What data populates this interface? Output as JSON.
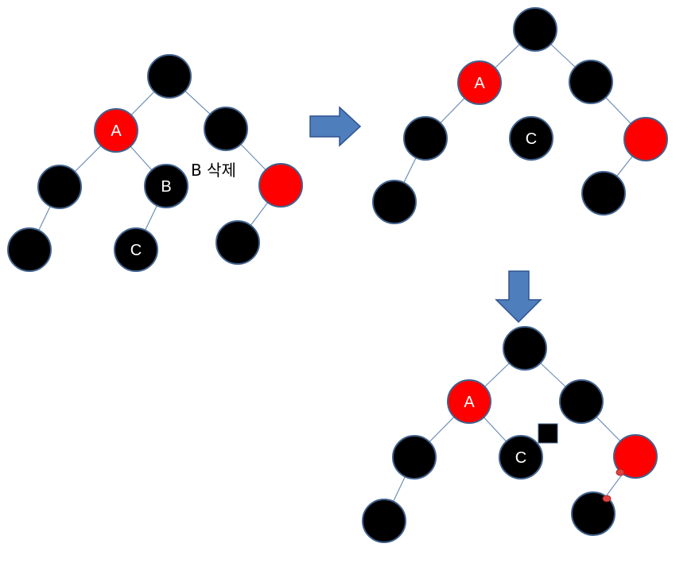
{
  "colors": {
    "black_node": "#000000",
    "red_node": "#ff0000",
    "node_stroke": "#41628e",
    "edge": "#6f8fb6",
    "arrow_fill": "#4f7ebd",
    "arrow_stroke": "#2f528f",
    "label_text": "#ffffff",
    "caption_text": "#000000",
    "marker_square": "#000000",
    "marker_dot": "#e04040"
  },
  "caption": "B 삭제",
  "trees": [
    {
      "id": "tree-before",
      "nodes": [
        {
          "id": "root",
          "color": "black",
          "label": ""
        },
        {
          "id": "A",
          "color": "red",
          "label": "A"
        },
        {
          "id": "right",
          "color": "black",
          "label": ""
        },
        {
          "id": "A-left",
          "color": "black",
          "label": ""
        },
        {
          "id": "B",
          "color": "black",
          "label": "B"
        },
        {
          "id": "right-right",
          "color": "red",
          "label": ""
        },
        {
          "id": "A-left-left",
          "color": "black",
          "label": ""
        },
        {
          "id": "C",
          "color": "black",
          "label": "C"
        },
        {
          "id": "right-right-left",
          "color": "black",
          "label": ""
        }
      ],
      "edges": [
        [
          "root",
          "A"
        ],
        [
          "root",
          "right"
        ],
        [
          "A",
          "A-left"
        ],
        [
          "A",
          "B"
        ],
        [
          "right",
          "right-right"
        ],
        [
          "A-left",
          "A-left-left"
        ],
        [
          "B",
          "C"
        ],
        [
          "right-right",
          "right-right-left"
        ]
      ]
    },
    {
      "id": "tree-after-step1",
      "nodes": [
        {
          "id": "root",
          "color": "black",
          "label": ""
        },
        {
          "id": "A",
          "color": "red",
          "label": "A"
        },
        {
          "id": "right",
          "color": "black",
          "label": ""
        },
        {
          "id": "A-left",
          "color": "black",
          "label": ""
        },
        {
          "id": "C",
          "color": "black",
          "label": "C"
        },
        {
          "id": "right-right",
          "color": "red",
          "label": ""
        },
        {
          "id": "A-left-left",
          "color": "black",
          "label": ""
        },
        {
          "id": "right-right-left",
          "color": "black",
          "label": ""
        }
      ],
      "edges": [
        [
          "root",
          "A"
        ],
        [
          "root",
          "right"
        ],
        [
          "A",
          "A-left"
        ],
        [
          "right",
          "right-right"
        ],
        [
          "A-left",
          "A-left-left"
        ],
        [
          "right-right",
          "right-right-left"
        ]
      ]
    },
    {
      "id": "tree-after-step2",
      "nodes": [
        {
          "id": "root",
          "color": "black",
          "label": ""
        },
        {
          "id": "A",
          "color": "red",
          "label": "A"
        },
        {
          "id": "right",
          "color": "black",
          "label": ""
        },
        {
          "id": "A-left",
          "color": "black",
          "label": ""
        },
        {
          "id": "C",
          "color": "black",
          "label": "C"
        },
        {
          "id": "right-right",
          "color": "red",
          "label": ""
        },
        {
          "id": "A-left-left",
          "color": "black",
          "label": ""
        },
        {
          "id": "right-right-left",
          "color": "black",
          "label": ""
        }
      ],
      "edges": [
        [
          "root",
          "A"
        ],
        [
          "root",
          "right"
        ],
        [
          "A",
          "A-left"
        ],
        [
          "A",
          "C"
        ],
        [
          "right",
          "right-right"
        ],
        [
          "A-left",
          "A-left-left"
        ],
        [
          "right-right",
          "right-right-left"
        ]
      ]
    }
  ],
  "arrows": [
    {
      "id": "arrow-right",
      "direction": "right"
    },
    {
      "id": "arrow-down",
      "direction": "down"
    }
  ]
}
